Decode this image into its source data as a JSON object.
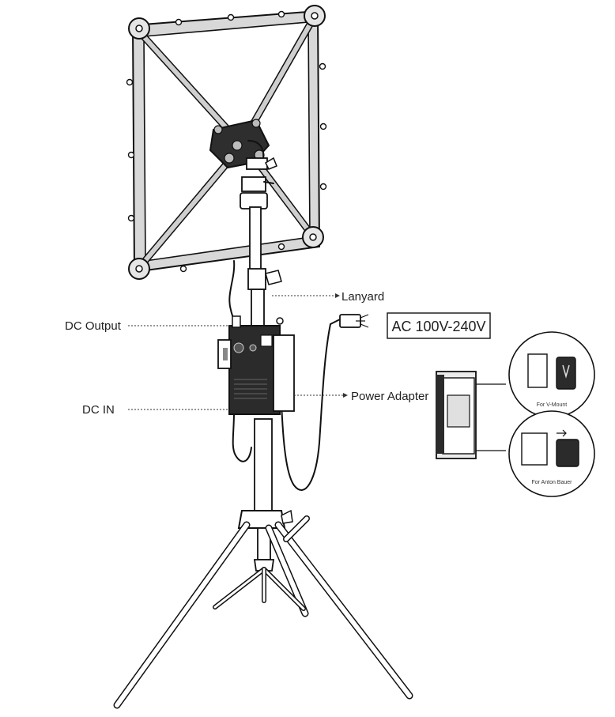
{
  "labels": {
    "lanyard": "Lanyard",
    "dc_output": "DC Output",
    "dc_in": "DC IN",
    "power_adapter": "Power Adapter",
    "ac_voltage": "AC 100V-240V",
    "for_v_mount": "For V-Mount",
    "for_anton_bauer": "For Anton Bauer"
  },
  "colors": {
    "line": "#111111",
    "frame_fill": "#cfcfcf",
    "box_fill": "#2b2b2b",
    "white": "#ffffff"
  }
}
